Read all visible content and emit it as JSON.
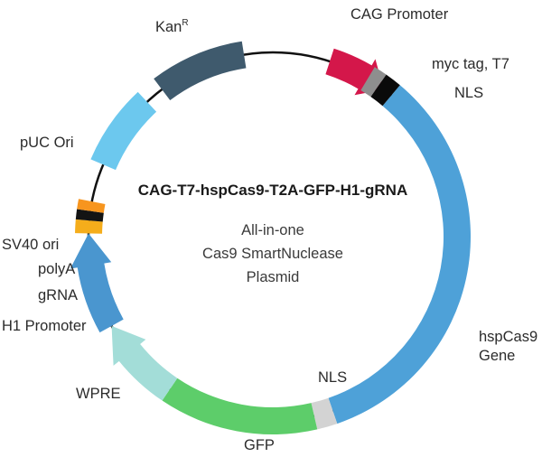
{
  "plasmid": {
    "name": "CAG-T7-hspCas9-T2A-GFP-H1-gRNA",
    "description": [
      "All-in-one",
      "Cas9 SmartNuclease",
      "Plasmid"
    ]
  },
  "features": {
    "cag_promoter": {
      "label": "CAG Promoter",
      "color": "#d4174a"
    },
    "myc_t7": {
      "label": "myc tag, T7",
      "color": "#8e8e8e"
    },
    "nls_1": {
      "label": "NLS",
      "color": "#0a0a0a"
    },
    "hspcas9": {
      "label_line1": "hspCas9",
      "label_line2": "Gene",
      "color": "#4ea1d8"
    },
    "nls_2": {
      "label": "NLS",
      "color": "#d3d3d3"
    },
    "gfp": {
      "label": "GFP",
      "color": "#5dcd6a"
    },
    "wpre": {
      "label": "WPRE",
      "color": "#a3ddd8"
    },
    "h1_promoter": {
      "label": "H1 Promoter",
      "color": "#4a96cf"
    },
    "grna": {
      "label": "gRNA",
      "color": "#f5ad1b"
    },
    "polya": {
      "label": "polyA",
      "color": "#141414"
    },
    "sv40_ori": {
      "label": "SV40 ori",
      "color": "#f7951e"
    },
    "puc_ori": {
      "label": "pUC Ori",
      "color": "#6cc8ee"
    },
    "kanr": {
      "label": "KanR",
      "label_main": "Kan",
      "label_sup": "R",
      "color": "#3f5a6d"
    }
  }
}
